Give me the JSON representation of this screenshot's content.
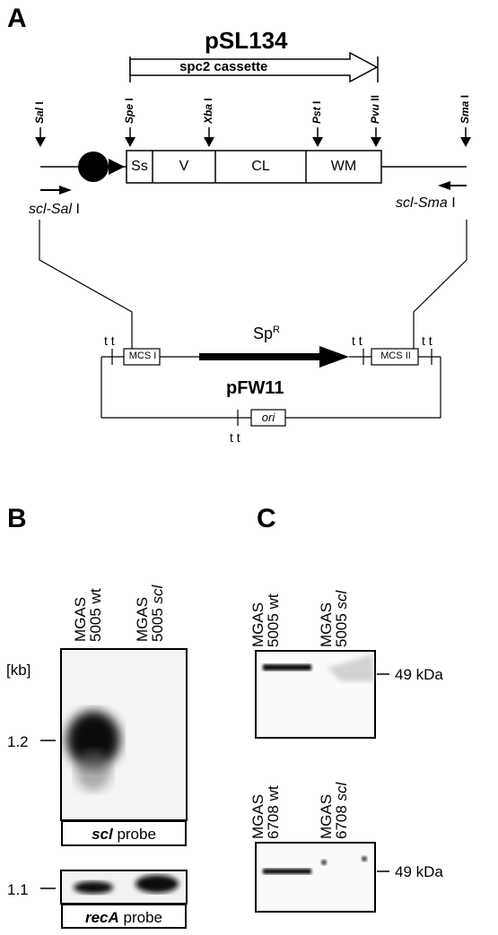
{
  "panelA": {
    "label": "A",
    "plasmid_top": "pSL134",
    "cassette": "spc2  cassette",
    "sites": [
      {
        "enzyme": "Sal",
        "suffix": " I"
      },
      {
        "enzyme": "Spe",
        "suffix": " I"
      },
      {
        "enzyme": "Xba",
        "suffix": " I"
      },
      {
        "enzyme": "Pst",
        "suffix": " I"
      },
      {
        "enzyme": "Pvu",
        "suffix": " II"
      },
      {
        "enzyme": "Sma",
        "suffix": " I"
      }
    ],
    "segments": [
      "Ss",
      "V",
      "CL",
      "WM"
    ],
    "primer_left": {
      "name": "scl-Sal",
      "suffix": " I"
    },
    "primer_right": {
      "name": "scl-Sma",
      "suffix": " I"
    },
    "plasmid_bottom": "pFW11",
    "marker": "Sp",
    "marker_sup": "R",
    "mcs1": "MCS I",
    "mcs2": "MCS II",
    "ori": "ori",
    "terminator": "t t"
  },
  "panelB": {
    "label": "B",
    "lanes": [
      {
        "strain": "MGAS",
        "line2": "5005",
        "variant": "wt"
      },
      {
        "strain": "MGAS",
        "line2": "5005",
        "variant": "scl"
      }
    ],
    "unit": "[kb]",
    "marker_main": "1.2",
    "marker_recA": "1.1",
    "probe_main_gene": "scl",
    "probe_recA_gene": "recA",
    "probe_word": "probe"
  },
  "panelC": {
    "label": "C",
    "top_lanes": [
      {
        "strain": "MGAS",
        "line2": "5005",
        "variant": "wt"
      },
      {
        "strain": "MGAS",
        "line2": "5005",
        "variant": "scl"
      }
    ],
    "bottom_lanes": [
      {
        "strain": "MGAS",
        "line2": "6708",
        "variant": "wt"
      },
      {
        "strain": "MGAS",
        "line2": "6708",
        "variant": "scl"
      }
    ],
    "mw_top": "49 kDa",
    "mw_bottom": "49 kDa"
  }
}
